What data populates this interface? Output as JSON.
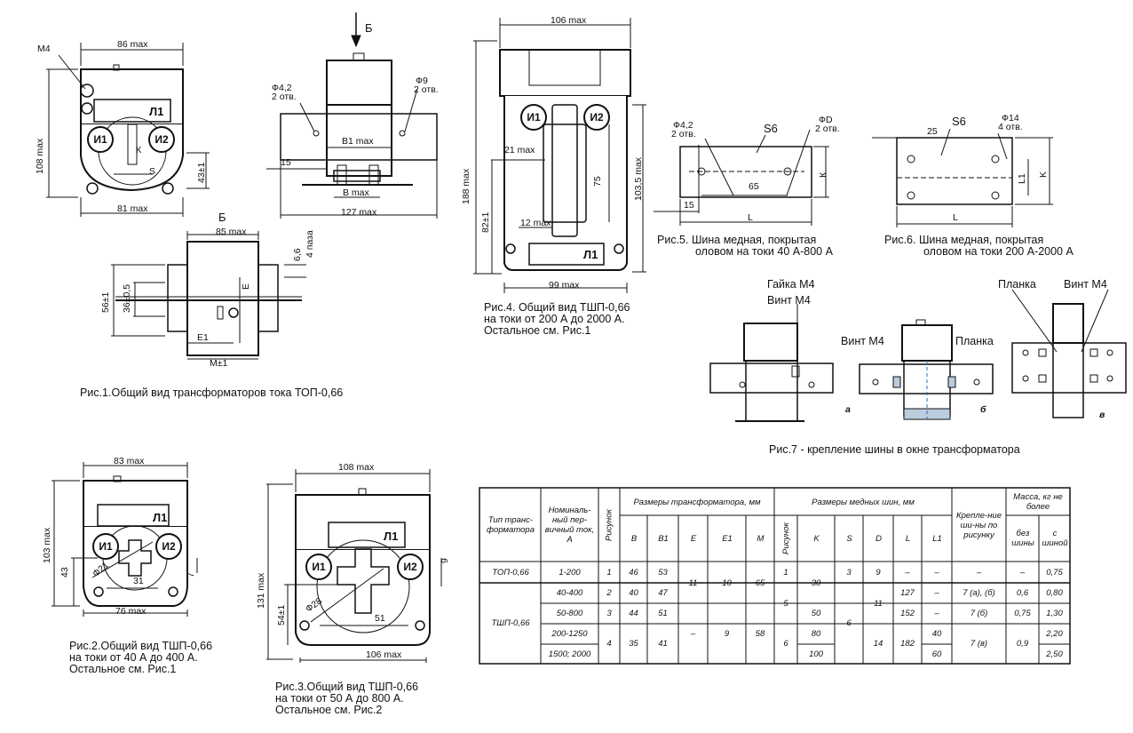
{
  "figures": {
    "fig1": {
      "caption": "Рис.1.Общий вид трансформаторов тока ТОП-0,66",
      "labels": {
        "m4": "М4",
        "w86": "86 max",
        "h108": "108 max",
        "l1": "Л1",
        "i1": "И1",
        "i2": "И2",
        "k": "К",
        "s": "S",
        "h43": "43±1",
        "w81": "81 max",
        "b_arrow": "Б",
        "d42": "Ф4,2",
        "holes2a": "2 отв.",
        "d9": "Ф9",
        "holes2b": "2 отв.",
        "b1max": "В1 max",
        "bmax": "В max",
        "d15": "15",
        "w127": "127 max",
        "b_view": "Б",
        "w85": "85 max",
        "d66": "6,6",
        "slots4": "4 паза",
        "h56": "56±1",
        "h36": "36±0,5",
        "e": "Е",
        "e1": "Е1",
        "m1": "М±1"
      }
    },
    "fig2": {
      "caption": [
        "Рис.2.Общий вид ТШП-0,66",
        "на токи от 40 А до 400 А.",
        "Остальное см. Рис.1"
      ],
      "labels": {
        "w83": "83 max",
        "h103": "103 max",
        "l1": "Л1",
        "i1": "И1",
        "i2": "И2",
        "d21": "Ф21",
        "h43": "43",
        "d31": "31",
        "d7": "7",
        "w76": "76 max"
      }
    },
    "fig3": {
      "caption": [
        "Рис.3.Общий вид ТШП-0,66",
        "на токи от 50 А до 800 А.",
        "Остальное см. Рис.2"
      ],
      "labels": {
        "w108": "108 max",
        "h131": "131 max",
        "l1": "Л1",
        "i1": "И1",
        "i2": "И2",
        "d28": "Ф28",
        "h54": "54±1",
        "d51": "51",
        "d9": "9",
        "w106": "106 max"
      }
    },
    "fig4": {
      "caption": [
        "Рис.4. Общий вид ТШП-0,66",
        "на токи от 200 А до 2000 А.",
        "Остальное см. Рис.1"
      ],
      "labels": {
        "w106": "106 max",
        "h188": "188 max",
        "i1": "И1",
        "i2": "И2",
        "d21": "21 max",
        "d75": "75",
        "h1035": "103,5 max",
        "h82": "82±1",
        "d12": "12 max",
        "l1": "Л1",
        "w99": "99 max"
      }
    },
    "fig5": {
      "caption": [
        "Рис.5. Шина медная, покрытая",
        "оловом на токи 40 А-800 А"
      ],
      "labels": {
        "d42": "Ф4,2",
        "holes2": "2 отв.",
        "s6": "S6",
        "dd": "ФD",
        "holes2b": "2 отв.",
        "k": "К",
        "d65": "65",
        "d15": "15",
        "l": "L"
      }
    },
    "fig6": {
      "caption": [
        "Рис.6. Шина медная, покрытая",
        "оловом на токи 200 А-2000 А"
      ],
      "labels": {
        "d25": "25",
        "s6": "S6",
        "d14": "Ф14",
        "holes4": "4 отв.",
        "l1": "L1",
        "k": "K",
        "l": "L"
      }
    },
    "fig7": {
      "caption": "Рис.7 - крепление шины в окне трансформатора",
      "labels": {
        "nut": "Гайка М4",
        "screw_a": "Винт М4",
        "screw_b": "Винт М4",
        "bar_b": "Планка",
        "bar_c": "Планка",
        "screw_c": "Винт М4",
        "a": "а",
        "b": "б",
        "c": "в"
      }
    }
  },
  "table": {
    "groups": {
      "transformer": "Размеры трансформатора, мм",
      "busbar": "Размеры медных шин, мм",
      "mass": "Масса, кг не более"
    },
    "headers": {
      "type": "Тип транс-форматора",
      "current": "Номиналь-ный пер-вичный ток, А",
      "figure": "Рисунок",
      "B": "B",
      "B1": "B1",
      "E": "E",
      "E1": "E1",
      "M": "M",
      "figure2": "Рисунок",
      "K": "K",
      "S": "S",
      "D": "D",
      "L": "L",
      "L1": "L1",
      "mount": "Крепле-ние ши-ны по рисунку",
      "mass_without": "без шины",
      "mass_with": "с шиной"
    },
    "cells": {
      "top_type": "ТОП-0,66",
      "top_current": "1-200",
      "top_fig": "1",
      "top_B": "46",
      "top_B1": "53",
      "top_fig2": "1",
      "top_S": "3",
      "top_D": "9",
      "top_L": "–",
      "top_L1": "–",
      "top_mount": "–",
      "top_m1": "–",
      "top_m2": "0,75",
      "tsh_type": "ТШП-0,66",
      "r2_current": "40-400",
      "r2_fig": "2",
      "r2_B": "40",
      "r2_B1": "47",
      "r2_L": "127",
      "r2_L1": "–",
      "r2_mount": "7 (а), (б)",
      "r2_m1": "0,6",
      "r2_m2": "0,80",
      "r3_current": "50-800",
      "r3_fig": "3",
      "r3_B": "44",
      "r3_B1": "51",
      "r3_L": "152",
      "r3_L1": "–",
      "r3_mount": "7 (б)",
      "r3_m1": "0,75",
      "r3_m2": "1,30",
      "r4_current": "200-1250",
      "r5_current": "1500; 2000",
      "r45_fig": "4",
      "r45_B": "35",
      "r45_B1": "41",
      "r45_E": "–",
      "r45_E1": "9",
      "r45_M": "58",
      "r4_fig2": "6",
      "r4_K": "80",
      "r5_K": "100",
      "r45_D": "14",
      "r45_L": "182",
      "r4_L1": "40",
      "r5_L1": "60",
      "r45_mount": "7 (в)",
      "r45_m1": "0,9",
      "r4_m2": "2,20",
      "r5_m2": "2,50",
      "E_top": "11",
      "E1_top": "10",
      "M_top": "65",
      "K_top": "30",
      "fig2_r23": "5",
      "K_r3": "50",
      "S_r25": "6",
      "D_r23": "11"
    }
  }
}
